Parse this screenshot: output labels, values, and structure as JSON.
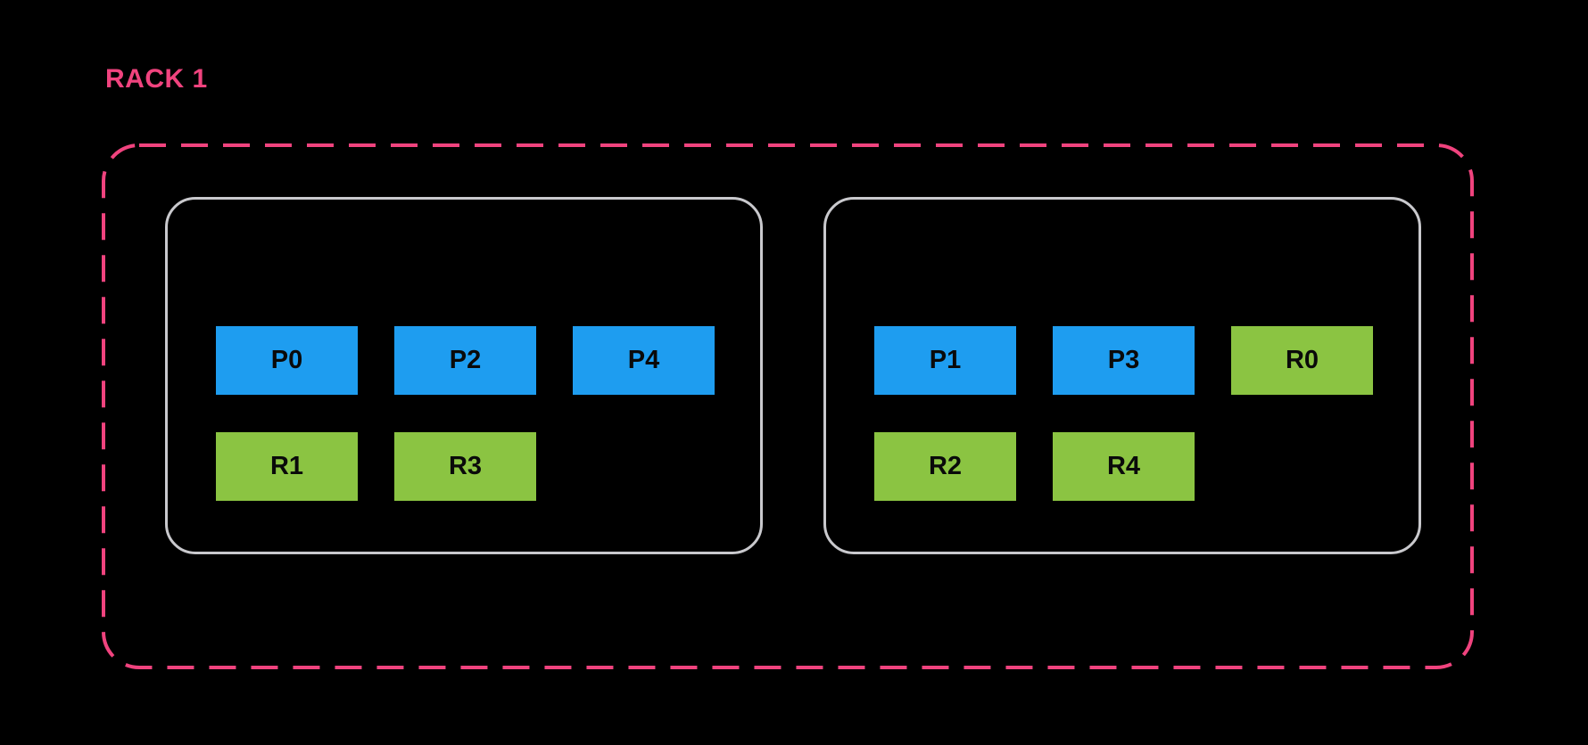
{
  "rack": {
    "title": "RACK 1"
  },
  "colors": {
    "background": "#000000",
    "rack_accent_pink": "#F0437E",
    "primary_blue": "#1E9DF0",
    "replica_green": "#8BC442",
    "node_border_gray": "#C9C9CD",
    "slot_text": "#0A0A0A"
  },
  "nodes": [
    {
      "id": "node-1",
      "row1": [
        {
          "label": "P0",
          "type": "primary"
        },
        {
          "label": "P2",
          "type": "primary"
        },
        {
          "label": "P4",
          "type": "primary"
        }
      ],
      "row2": [
        {
          "label": "R1",
          "type": "replica"
        },
        {
          "label": "R3",
          "type": "replica"
        }
      ]
    },
    {
      "id": "node-2",
      "row1": [
        {
          "label": "P1",
          "type": "primary"
        },
        {
          "label": "P3",
          "type": "primary"
        },
        {
          "label": "R0",
          "type": "replica"
        }
      ],
      "row2": [
        {
          "label": "R2",
          "type": "replica"
        },
        {
          "label": "R4",
          "type": "replica"
        }
      ]
    }
  ]
}
